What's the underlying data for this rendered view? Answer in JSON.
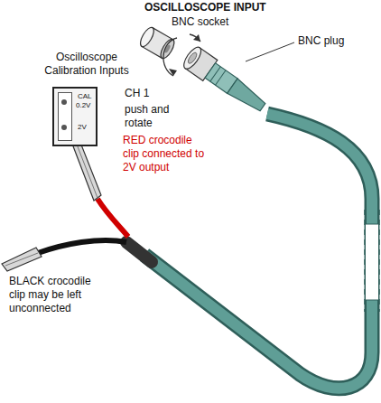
{
  "diagram": {
    "nodes": [
      {
        "text": [
          "CAL",
          "0.2V",
          "2V"
        ]
      }
    ],
    "labels": [
      "OSCILLOSCOPE INPUT",
      "BNC socket",
      "BNC plug",
      "Oscilloscope Calibration Inputs",
      "CH 1",
      "push and rotate",
      "RED crocodile clip connected to 2V output",
      "BLACK crocodile clip may be left unconnected"
    ]
  }
}
